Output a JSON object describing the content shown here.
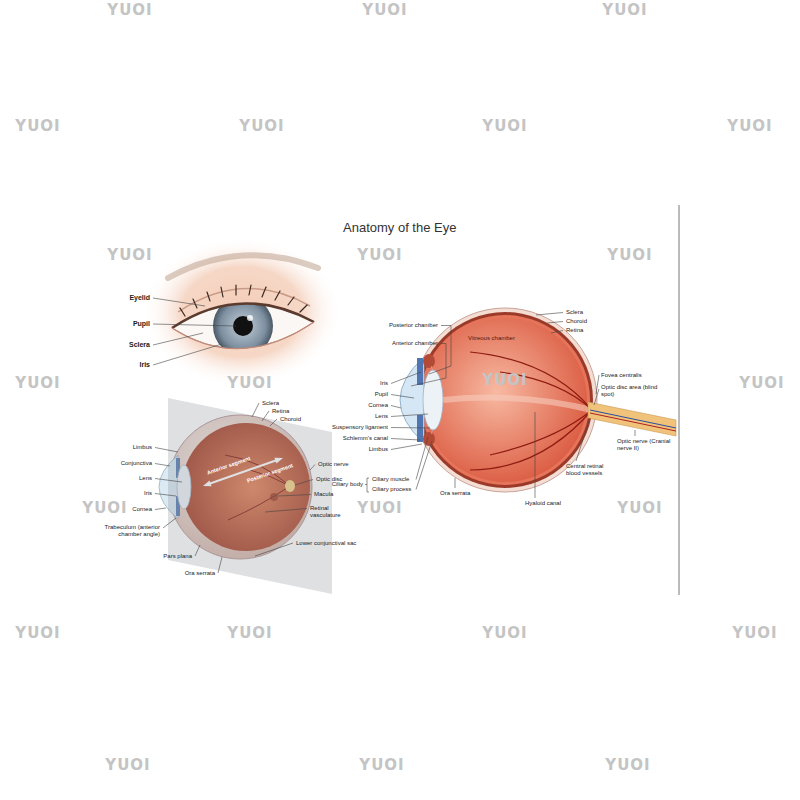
{
  "diagram": {
    "title": "Anatomy of the Eye",
    "labels": [
      "Eyelid",
      "Pupil",
      "Sclera",
      "Iris",
      "Sclera",
      "Retina",
      "Choroid",
      "Limbus",
      "Conjunctiva",
      "Lens",
      "Iris",
      "Cornea",
      "Trabeculum (anterior chamber angle)",
      "Pars plana",
      "Ora serrata",
      "Optic nerve",
      "Optic disc",
      "Macula",
      "Retinal vasculature",
      "Lower conjunctival sac",
      "Anterior segment",
      "Posterior segment",
      "Posterior chamber",
      "Anterior chamber",
      "Vitreous chamber",
      "Iris",
      "Pupil",
      "Cornea",
      "Lens",
      "Suspensory ligament",
      "Schlemm's canal",
      "Limbus",
      "Ciliary body",
      "Ciliary muscle",
      "Ciliary process",
      "Ora serrata",
      "Hyaloid canal",
      "Central retinal blood vessels",
      "Optic nerve (Cranial nerve II)",
      "Optic disc area (blind spot)",
      "Fovea centralis",
      "Sclera",
      "Choroid",
      "Retina",
      "YUOI",
      "YUOI",
      "YUOI",
      "YUOI",
      "YUOI",
      "YUOI",
      "YUOI",
      "YUOI",
      "YUOI",
      "YUOI",
      "YUOI",
      "YUOI",
      "YUOI",
      "YUOI",
      "YUOI",
      "YUOI",
      "YUOI",
      "YUOI",
      "YUOI",
      "YUOI",
      "YUOI",
      "YUOI",
      "YUOI",
      "YUOI"
    ]
  }
}
